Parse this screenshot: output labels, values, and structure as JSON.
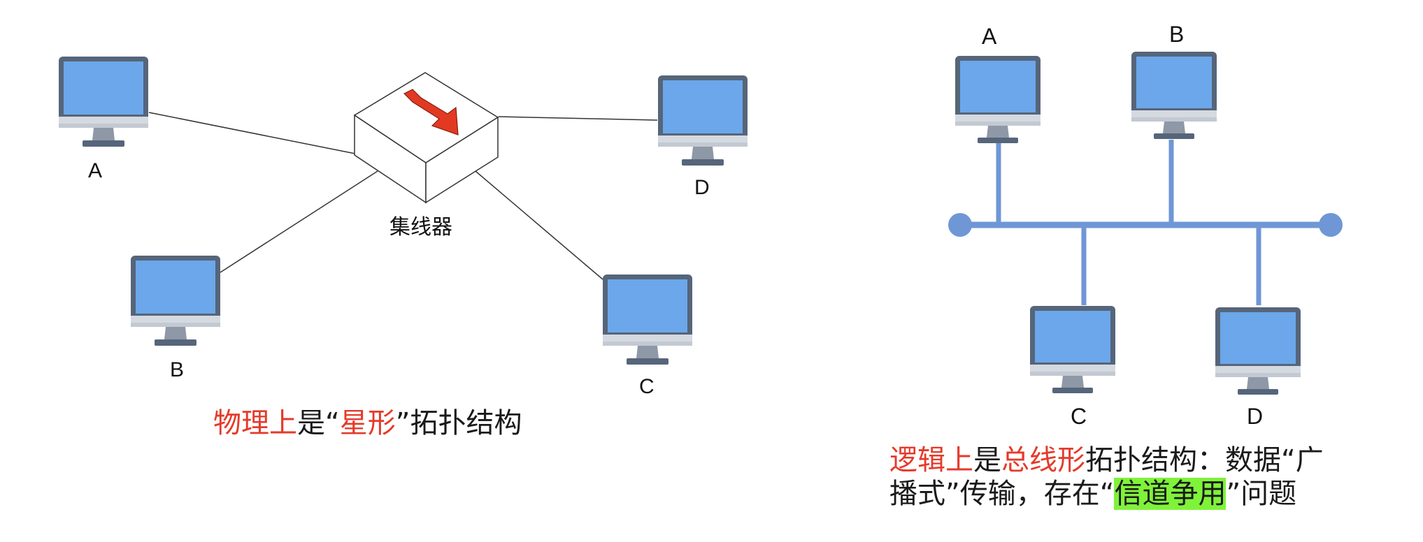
{
  "left_diagram": {
    "hub_label": "集线器",
    "computer_labels": [
      "A",
      "B",
      "C",
      "D"
    ],
    "caption": {
      "part1_red": "物理上",
      "part2": "是“",
      "part3_red": "星形",
      "part4": "”拓扑结构"
    }
  },
  "right_diagram": {
    "computer_labels": [
      "A",
      "B",
      "C",
      "D"
    ],
    "caption_line1": {
      "part1_red": "逻辑上",
      "part2": "是",
      "part3_red": "总线形",
      "part4": "拓扑结构：数据“广"
    },
    "caption_line2": {
      "part1": "播式”传输，存在“",
      "part2_highlight": "信道争用",
      "part3": "”问题"
    }
  },
  "colors": {
    "screen_fill": "#6ba7ea",
    "monitor_frame": "#56657a",
    "monitor_chin": "#d5d9e0",
    "bus_color": "#6f97d6",
    "arrow_red": "#e23a22",
    "caption_red": "#e53a2a",
    "highlight_green": "#7ff23a"
  }
}
